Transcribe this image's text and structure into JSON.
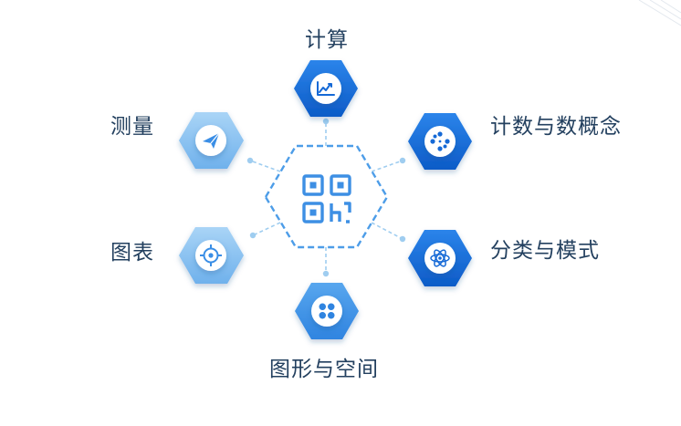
{
  "diagram": {
    "center": {
      "icon": "qr-code-icon"
    },
    "nodes": [
      {
        "id": "top",
        "label": "计算",
        "icon": "line-chart-icon",
        "tone": "dark"
      },
      {
        "id": "tl",
        "label": "测量",
        "icon": "paper-plane-icon",
        "tone": "light"
      },
      {
        "id": "tr",
        "label": "计数与数概念",
        "icon": "film-reel-icon",
        "tone": "dark"
      },
      {
        "id": "bl",
        "label": "图表",
        "icon": "target-icon",
        "tone": "light"
      },
      {
        "id": "br",
        "label": "分类与模式",
        "icon": "atom-icon",
        "tone": "dark"
      },
      {
        "id": "bottom",
        "label": "图形与空间",
        "icon": "four-petal-icon",
        "tone": "medium"
      }
    ],
    "colors": {
      "dark_hex": "#1569d6",
      "medium_hex": "#3a8ee6",
      "light_hex": "#8cc4f2",
      "connector": "#9fcdf0",
      "center_outline": "#4d9de8",
      "label_text": "#23405f"
    }
  }
}
